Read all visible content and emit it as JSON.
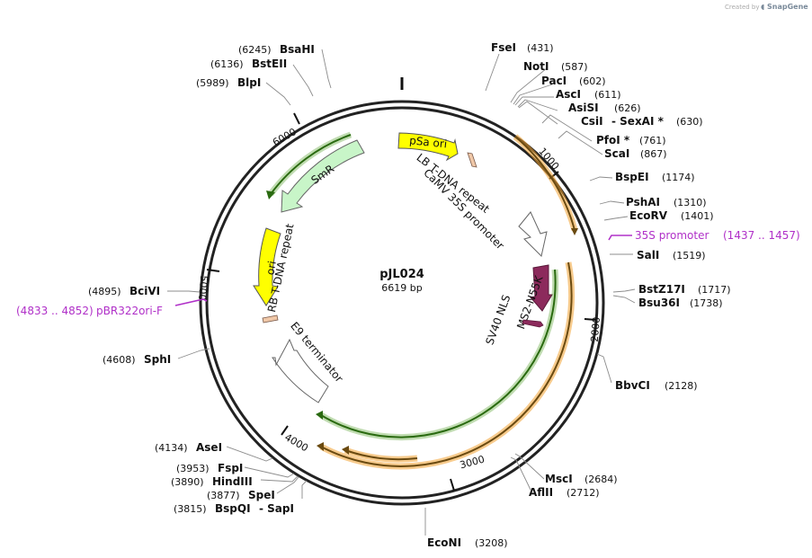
{
  "credit": {
    "prefix": "Created by",
    "brand": "SnapGene"
  },
  "plasmid": {
    "name": "pJL024",
    "length": "6619 bp"
  },
  "ticks": [
    "1000",
    "2000",
    "3000",
    "4000",
    "5000",
    "6000"
  ],
  "enzymes": [
    {
      "name": "FseI",
      "pos": "(431)"
    },
    {
      "name": "NotI",
      "pos": "(587)"
    },
    {
      "name": "PacI",
      "pos": "(602)"
    },
    {
      "name": "AscI",
      "pos": "(611)"
    },
    {
      "name": "AsiSI",
      "pos": "(626)"
    },
    {
      "name": "CsiI",
      "suffix": "- SexAI *",
      "pos": "(630)"
    },
    {
      "name": "PfoI *",
      "pos": "(761)"
    },
    {
      "name": "ScaI",
      "pos": "(867)"
    },
    {
      "name": "BspEI",
      "pos": "(1174)"
    },
    {
      "name": "PshAI",
      "pos": "(1310)"
    },
    {
      "name": "EcoRV",
      "pos": "(1401)"
    },
    {
      "name": "SalI",
      "pos": "(1519)"
    },
    {
      "name": "BstZ17I",
      "pos": "(1717)"
    },
    {
      "name": "Bsu36I",
      "pos": "(1738)"
    },
    {
      "name": "BbvCI",
      "pos": "(2128)"
    },
    {
      "name": "MscI",
      "pos": "(2684)"
    },
    {
      "name": "AflII",
      "pos": "(2712)"
    },
    {
      "name": "EcoNI",
      "pos": "(3208)"
    },
    {
      "name": "BspQI",
      "suffix": "- SapI",
      "pos": "(3815)"
    },
    {
      "name": "SpeI",
      "pos": "(3877)"
    },
    {
      "name": "HindIII",
      "pos": "(3890)"
    },
    {
      "name": "FspI",
      "pos": "(3953)"
    },
    {
      "name": "AseI",
      "pos": "(4134)"
    },
    {
      "name": "SphI",
      "pos": "(4608)"
    },
    {
      "name": "BciVI",
      "pos": "(4895)"
    },
    {
      "name": "BlpI",
      "pos": "(5989)"
    },
    {
      "name": "BstEII",
      "pos": "(6136)"
    },
    {
      "name": "BsaHI",
      "pos": "(6245)"
    }
  ],
  "primers": [
    {
      "name": "35S promoter",
      "pos": "(1437 .. 1457)"
    },
    {
      "name": "pBR322ori-F",
      "pos": "(4833 .. 4852)"
    }
  ],
  "features": {
    "psa_ori": "pSa ori",
    "lb_repeat": "LB T-DNA repeat",
    "camv": "CaMV 35S promoter",
    "ms2": "MS2-N55K",
    "sv40": "SV40 NLS",
    "smr": "SmR",
    "ori": "ori",
    "rb_repeat": "RB T-DNA repeat",
    "e9": "E9 terminator"
  },
  "colors": {
    "backbone": "#222222",
    "psa_ori": "#ffff00",
    "ori": "#ffff00",
    "smr": "#c8f5c8",
    "ms2": "#8c2a5c",
    "orange_orf": "#f0a030",
    "green_orf": "#4a9a20",
    "misc": "#ffffff",
    "repeat": "#f0c8a8",
    "primer": "#b030c8"
  }
}
